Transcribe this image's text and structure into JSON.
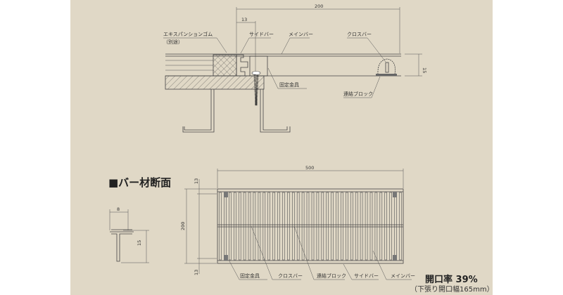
{
  "top_section": {
    "dim_width": "200",
    "dim_side": "13",
    "dim_height": "15",
    "labels": {
      "expansion_rubber": "エキスパンションゴム",
      "expansion_note": "（別途）",
      "side_bar": "サイドバー",
      "main_bar": "メインバー",
      "cross_bar": "クロスバー",
      "fixing_bracket": "固定金具",
      "connecting_block": "連結ブロック"
    }
  },
  "bar_section": {
    "heading": "■バー材断面",
    "dim_width": "8",
    "dim_height": "15"
  },
  "plan_view": {
    "dim_length": "500",
    "dim_width": "200",
    "dim_top": "13",
    "dim_bottom": "13",
    "labels": [
      "固定金具",
      "クロスバー",
      "連結ブロック",
      "サイドバー",
      "メインバー"
    ],
    "bar_count": 38
  },
  "opening": {
    "ratio": "開口率 39%",
    "note": "（下張り開口幅165mm）"
  }
}
